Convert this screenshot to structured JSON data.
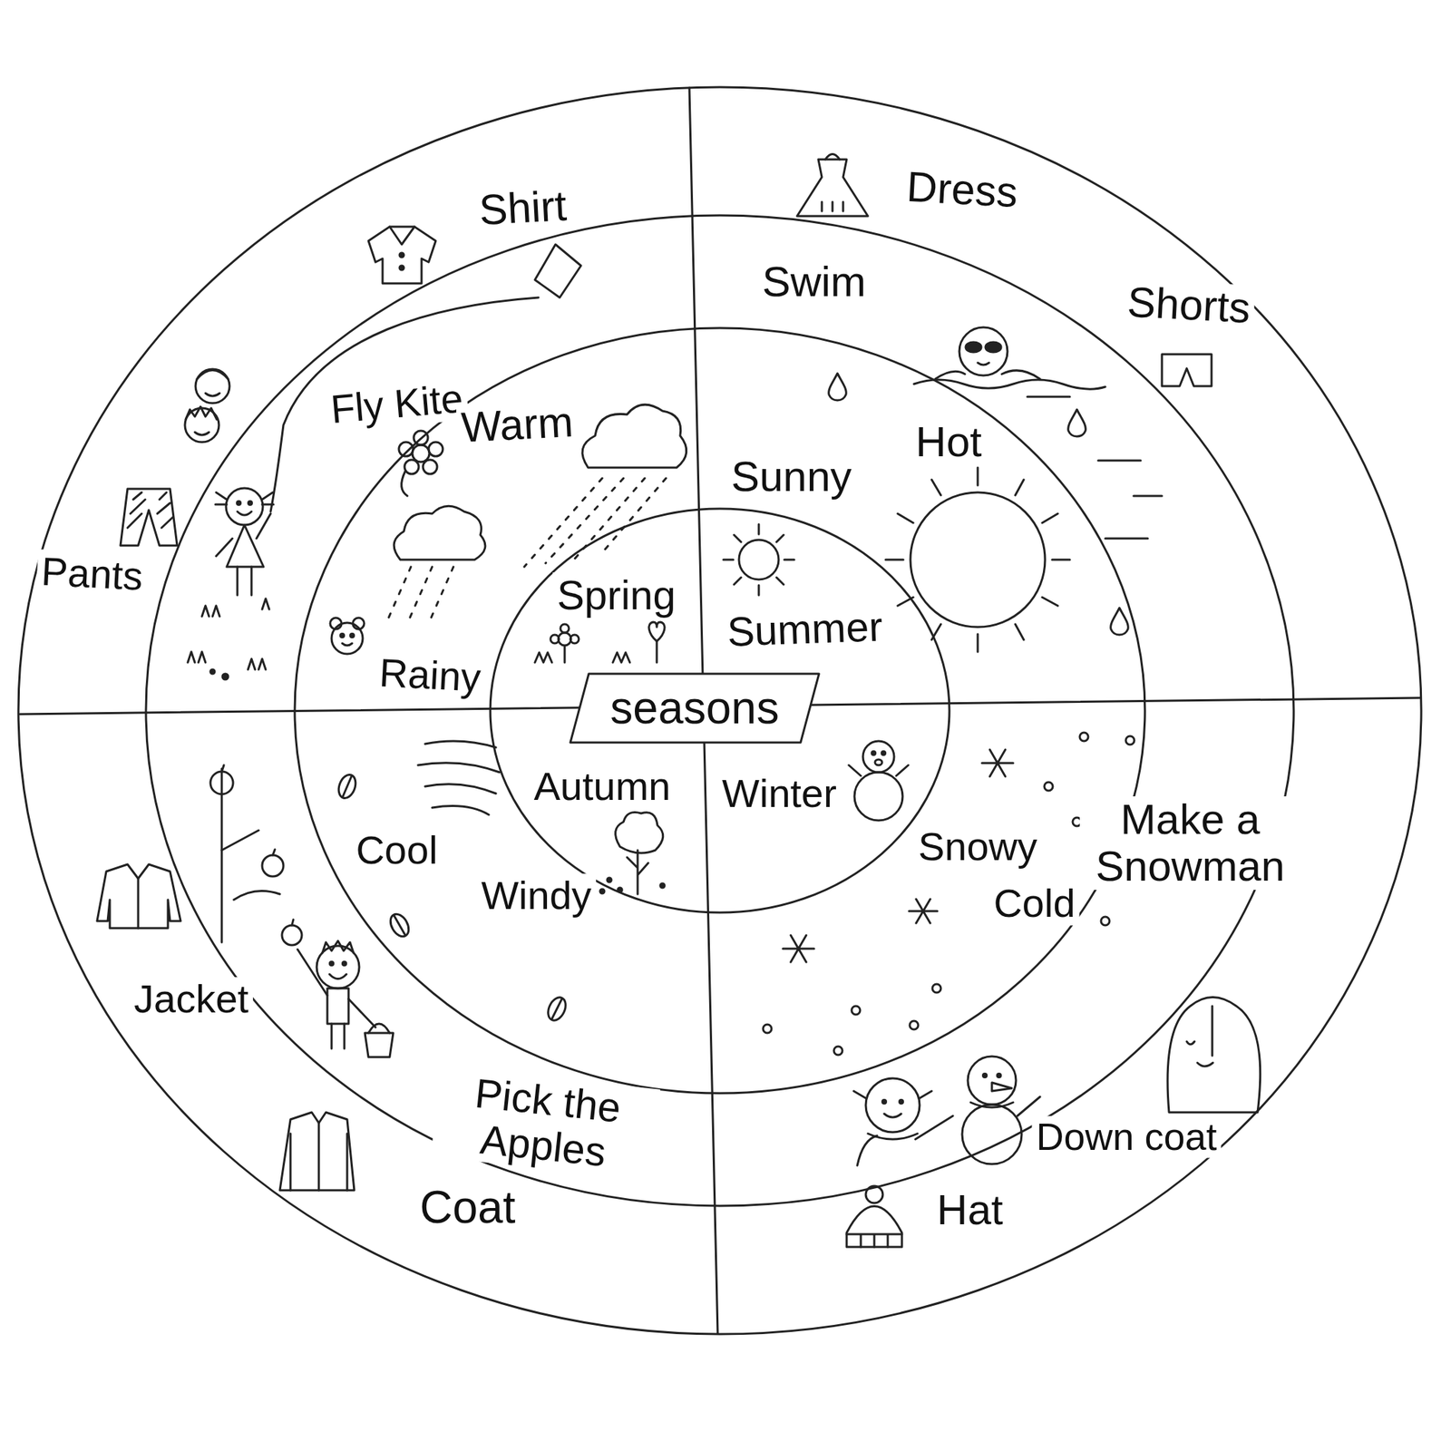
{
  "diagram": {
    "nodes": [
      {
        "text": [
          "seasons"
        ]
      }
    ],
    "labels": [
      "Shirt",
      "Dress",
      "Swim",
      "Shorts",
      "Fly Kite",
      "Warm",
      "Hot",
      "Sunny",
      "Pants",
      "Spring",
      "Summer",
      "Rainy",
      "Autumn",
      "Winter",
      "Make a Snowman",
      "Snowy",
      "Cool",
      "Windy",
      "Cold",
      "Jacket",
      "Pick the Apples",
      "Down coat",
      "Coat",
      "Hat"
    ]
  }
}
